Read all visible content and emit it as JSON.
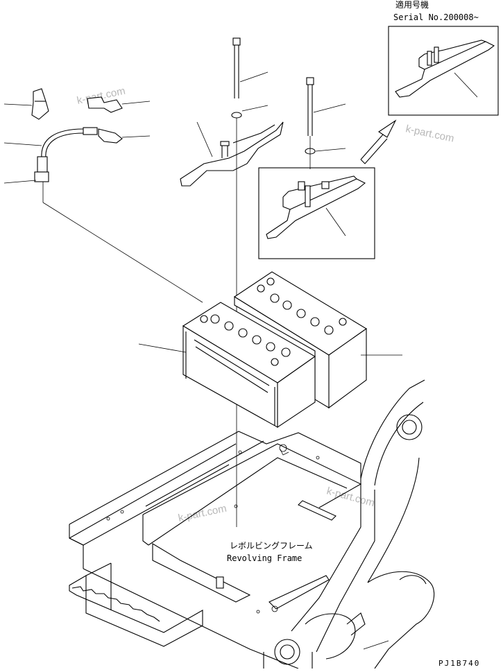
{
  "serial": {
    "applicable_label": "適用号機",
    "serial_text": "Serial No.200008~"
  },
  "frame_label": {
    "jp": "レボルビングフレーム",
    "en": "Revolving Frame"
  },
  "drawing_code": "PJ1B740",
  "watermarks": [
    "k-part.com",
    "k-part.com",
    "k-part.com",
    "k-part.com"
  ],
  "colors": {
    "line": "#000000",
    "watermark": "#b8b8b8",
    "background": "#ffffff"
  }
}
